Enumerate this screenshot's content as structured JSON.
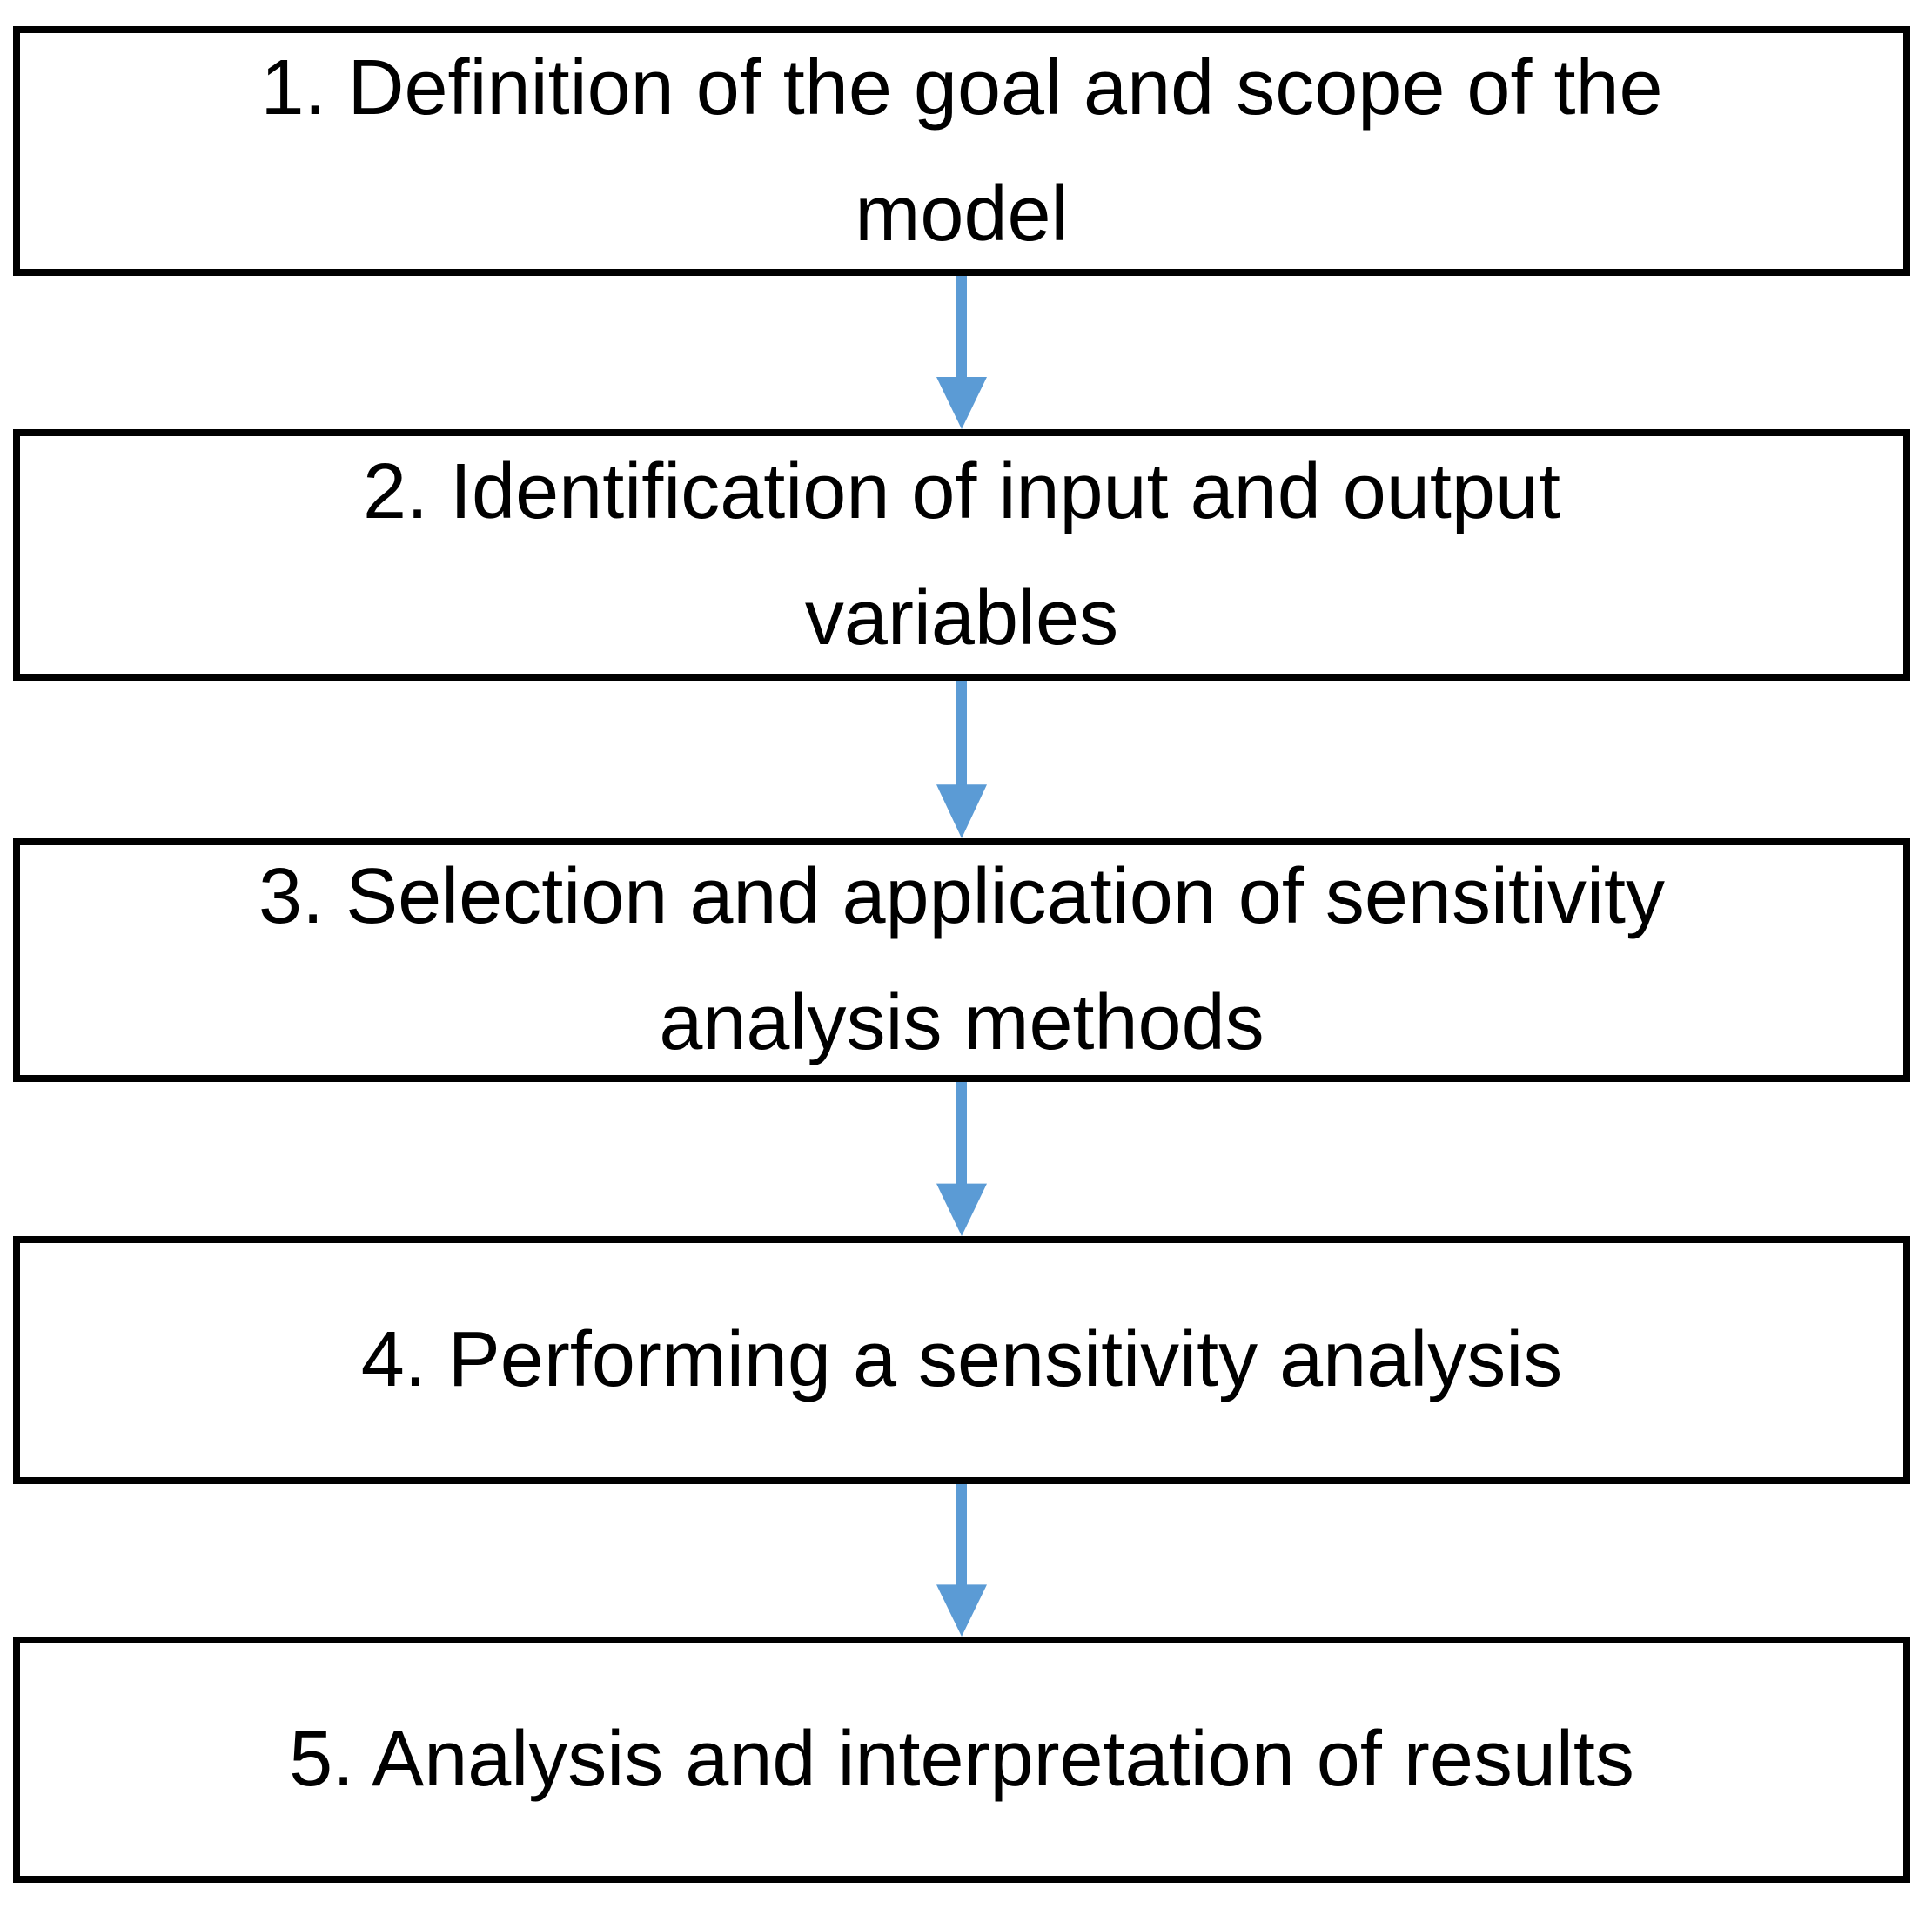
{
  "diagram": {
    "type": "flowchart",
    "background_color": "#FFFFFF",
    "box_border_color": "#000000",
    "text_color": "#000000",
    "arrow_color": "#5B9BD5",
    "boxes": [
      {
        "step": "1",
        "lines": [
          "1. Definition of the goal and scope of the",
          "model"
        ]
      },
      {
        "step": "2",
        "lines": [
          "2. Identification of input and output",
          "variables"
        ]
      },
      {
        "step": "3",
        "lines": [
          "3. Selection and application of sensitivity",
          "analysis methods"
        ]
      },
      {
        "step": "4",
        "lines": [
          "4. Performing a sensitivity analysis"
        ]
      },
      {
        "step": "5",
        "lines": [
          "5. Analysis and interpretation of results"
        ]
      }
    ]
  }
}
